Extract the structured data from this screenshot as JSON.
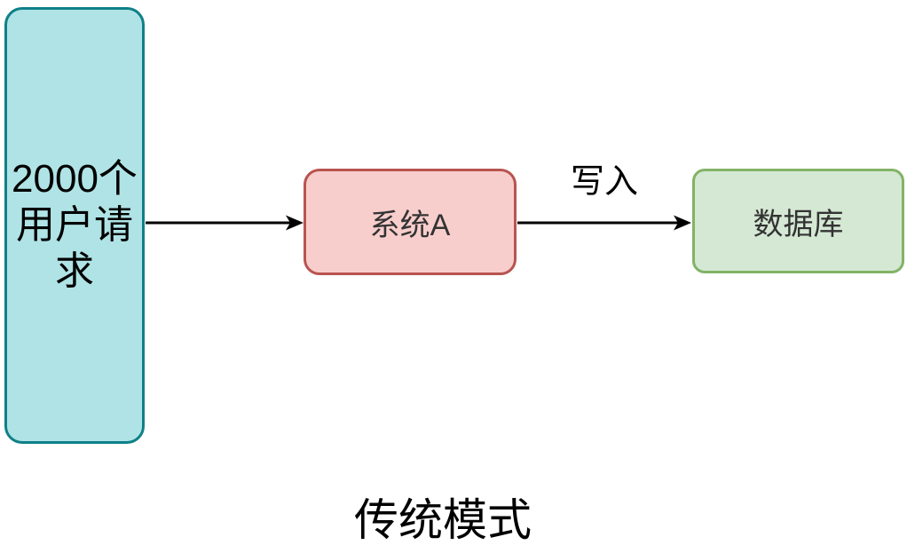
{
  "title": "传统模式",
  "nodes": {
    "source": {
      "label": "2000个\n用户请\n求",
      "fill": "#b0e3e6",
      "stroke": "#0e8088",
      "text_color": "#000000"
    },
    "system": {
      "label": "系统A",
      "fill": "#f8cecc",
      "stroke": "#b85450",
      "text_color": "#333333"
    },
    "database": {
      "label": "数据库",
      "fill": "#d5e8d4",
      "stroke": "#82b366",
      "text_color": "#333333"
    }
  },
  "edges": {
    "source_to_system": {
      "label": "",
      "color": "#000000"
    },
    "system_to_database": {
      "label": "写入",
      "color": "#000000"
    }
  }
}
